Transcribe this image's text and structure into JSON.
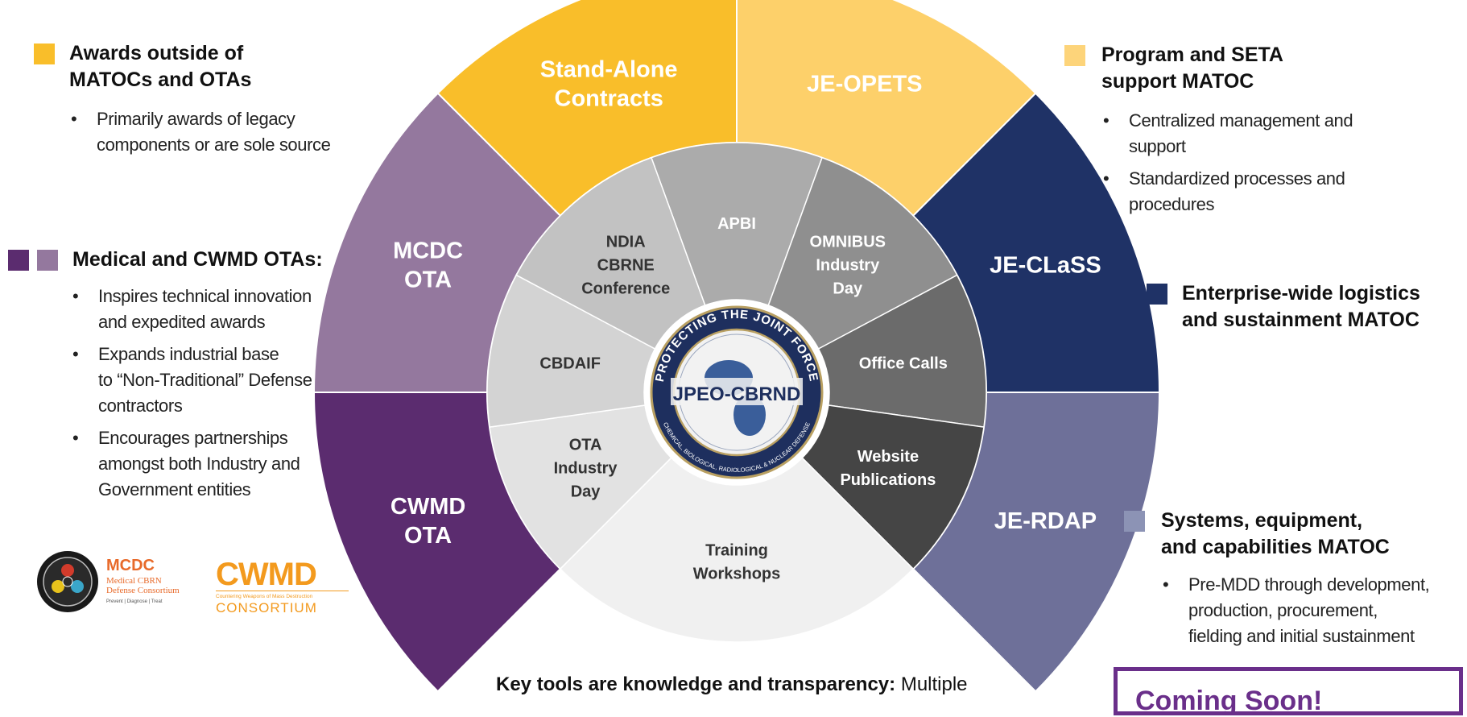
{
  "legend": {
    "awards": {
      "title_line1": "Awards  outside of",
      "title_line2": "MATOCs and OTAs",
      "bullets": [
        {
          "line1": "Primarily awards of legacy",
          "line2": "components or are sole source"
        }
      ],
      "color": "#F9BE2A"
    },
    "medical": {
      "title": "Medical and CWMD OTAs:",
      "bullets": [
        {
          "lines": [
            "Inspires technical innovation",
            "and expedited awards"
          ]
        },
        {
          "lines": [
            "Expands industrial base",
            "to “Non-Traditional” Defense",
            "contractors"
          ]
        },
        {
          "lines": [
            "Encourages partnerships",
            "amongst both Industry and",
            "Government entities"
          ]
        }
      ],
      "color1": "#5B2C6F",
      "color2": "#94789E"
    },
    "program": {
      "title_line1": "Program and SETA",
      "title_line2": "support MATOC",
      "bullets": [
        {
          "lines": [
            "Centralized management and",
            "support"
          ]
        },
        {
          "lines": [
            "Standardized processes and",
            "procedures"
          ]
        }
      ],
      "color": "#FDD47A"
    },
    "enterprise": {
      "title_line1": "Enterprise-wide logistics",
      "title_line2": "and sustainment MATOC",
      "color": "#1F3266"
    },
    "systems": {
      "title_line1": "Systems, equipment,",
      "title_line2": "and capabilities MATOC",
      "bullets": [
        {
          "lines": [
            "Pre-MDD through development,",
            "production, procurement,",
            "fielding and initial sustainment"
          ]
        }
      ],
      "color": "#8C93B5"
    }
  },
  "outer_ring": [
    {
      "id": "standalone",
      "lines": [
        "Stand-Alone",
        "Contracts"
      ],
      "color": "#F9BE2A"
    },
    {
      "id": "jeopets",
      "lines": [
        "JE-OPETS"
      ],
      "color": "#FDD06A"
    },
    {
      "id": "jeclass",
      "lines": [
        "JE-CLaSS"
      ],
      "color": "#1F3266"
    },
    {
      "id": "jerdap",
      "lines": [
        "JE-RDAP"
      ],
      "color": "#6E7099"
    },
    {
      "id": "cwmd",
      "lines": [
        "CWMD",
        "OTA"
      ],
      "color": "#5B2C6F"
    },
    {
      "id": "mcdc",
      "lines": [
        "MCDC",
        "OTA"
      ],
      "color": "#94789E"
    }
  ],
  "inner_ring": [
    {
      "id": "apbi",
      "lines": [
        "APBI"
      ],
      "color": "#ABABAB",
      "text_color": "#ffffff"
    },
    {
      "id": "omnibus",
      "lines": [
        "OMNIBUS",
        "Industry",
        "Day"
      ],
      "color": "#8F8F8F",
      "text_color": "#ffffff"
    },
    {
      "id": "office",
      "lines": [
        "Office Calls"
      ],
      "color": "#6B6B6B",
      "text_color": "#ffffff"
    },
    {
      "id": "website",
      "lines": [
        "Website",
        "Publications"
      ],
      "color": "#454545",
      "text_color": "#ffffff"
    },
    {
      "id": "training",
      "lines": [
        "Training",
        "Workshops"
      ],
      "color": "#F0F0F0",
      "text_color": "#333333"
    },
    {
      "id": "ota_day",
      "lines": [
        "OTA",
        "Industry",
        "Day"
      ],
      "color": "#E2E2E2",
      "text_color": "#333333"
    },
    {
      "id": "cbdaif",
      "lines": [
        "CBDAIF"
      ],
      "color": "#D3D3D3",
      "text_color": "#333333"
    },
    {
      "id": "ndia",
      "lines": [
        "NDIA",
        "CBRNE",
        "Conference"
      ],
      "color": "#C2C2C2",
      "text_color": "#333333"
    }
  ],
  "seal": {
    "top_text": "PROTECTING THE JOINT FORCE",
    "center_text": "JPEO-CBRND",
    "bottom_text": "CHEMICAL, BIOLOGICAL, RADIOLOGICAL & NUCLEAR DEFENSE"
  },
  "logos": {
    "mcdc_name": "MCDC",
    "mcdc_sub1": "Medical CBRN",
    "mcdc_sub2": "Defense Consortium",
    "mcdc_tag": "Prevent | Diagnose | Treat",
    "cwmd_name": "CWMD",
    "cwmd_sub": "Countering Weapons of Mass Destruction",
    "cwmd_consortium": "CONSORTIUM"
  },
  "bottom": {
    "bold": "Key tools are knowledge and transparency:",
    "rest": " Multiple"
  },
  "coming_soon": "Coming Soon!"
}
